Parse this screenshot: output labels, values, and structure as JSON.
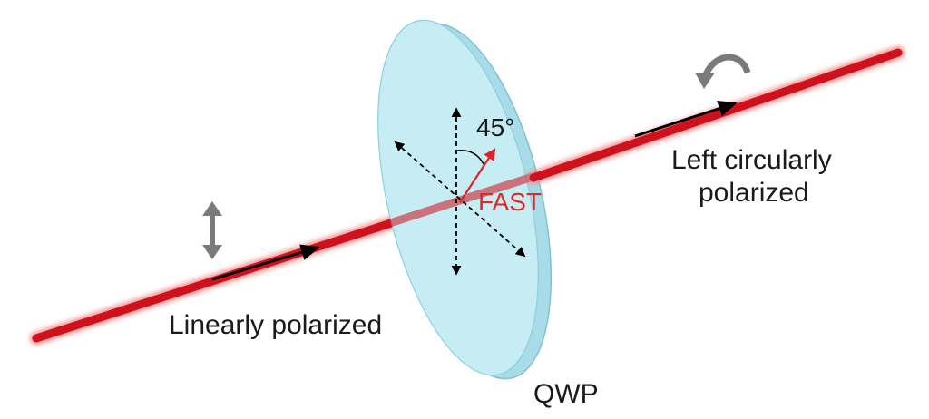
{
  "labels": {
    "linear": "Linearly polarized",
    "circular_line1": "Left circularly",
    "circular_line2": "polarized",
    "plate": "QWP",
    "fast_axis": "FAST",
    "angle": "45°"
  },
  "colors": {
    "beam": "#d0101a",
    "beam_glow": "#f08080",
    "plate_face": "#c6edf4",
    "plate_edge": "#a7dce8",
    "plate_outline": "#7fc3d3",
    "arrow": "#000000",
    "fast_arrow": "#e0202a",
    "fast_text": "#e02828",
    "gray_arrow": "#7a7a7a",
    "text": "#1a1a1a"
  },
  "icons": {
    "linear_polarization": "double-headed-vertical-arrow-icon",
    "circular_polarization": "curved-rotation-arrow-icon"
  }
}
